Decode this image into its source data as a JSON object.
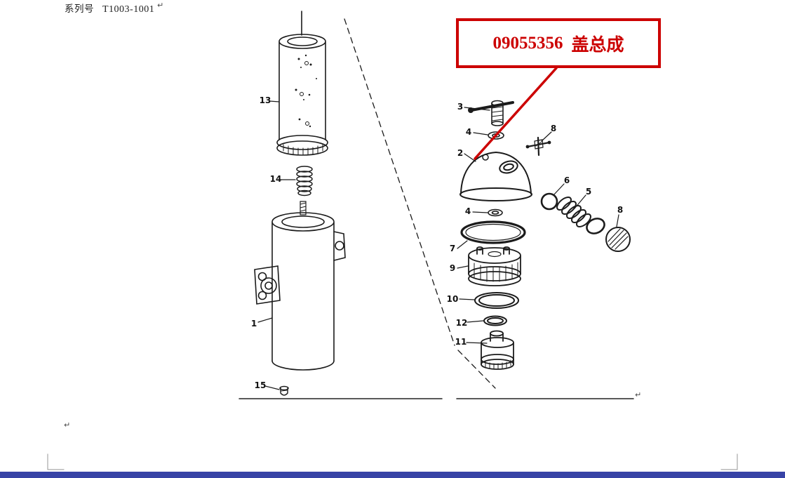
{
  "colors": {
    "annotation_red": "#cc0000",
    "diagram_ink": "#1b1b1b",
    "boundary_gray": "#a8a8a8",
    "taskbar_blue": "#3743a6"
  },
  "header": {
    "serial_label": "系列号",
    "serial_value": "T1003-1001"
  },
  "callout": {
    "part_number": "09055356",
    "part_name": "盖总成"
  },
  "diagram": {
    "labels": [
      "13",
      "14",
      "1",
      "15",
      "3",
      "4",
      "2",
      "8",
      "6",
      "5",
      "8",
      "4",
      "7",
      "9",
      "10",
      "12",
      "11"
    ]
  },
  "marks": {
    "line_break_mark": "↵"
  }
}
